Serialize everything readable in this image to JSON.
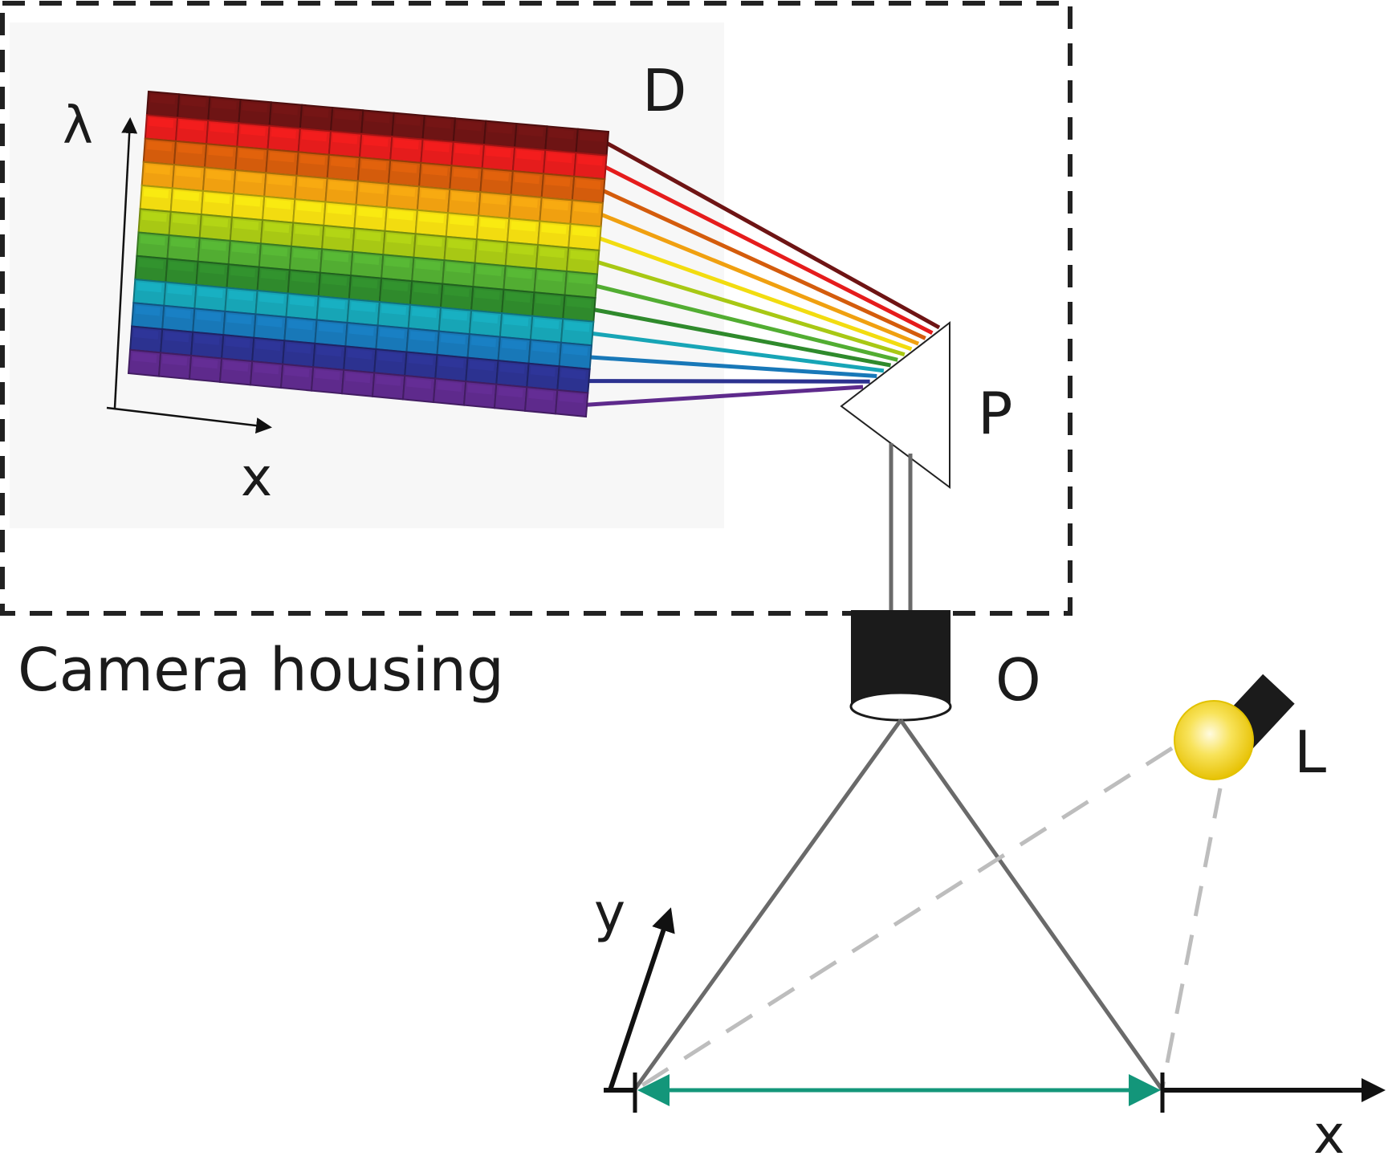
{
  "labels": {
    "detector": "D",
    "prism": "P",
    "objective": "O",
    "light": "L",
    "camera_housing": "Camera housing",
    "lambda_axis": "λ",
    "detector_x_axis": "x",
    "scene_y_axis": "y",
    "scene_x_axis": "x"
  },
  "detector": {
    "columns": 15,
    "band_colors": [
      "#6e1414",
      "#e51c1c",
      "#d45c0c",
      "#f0a010",
      "#f2dc10",
      "#a8c814",
      "#52ad32",
      "#2f8a2c",
      "#17a5b6",
      "#1878b8",
      "#2c3290",
      "#5e2a8c"
    ]
  },
  "colors": {
    "housing_border": "#222222",
    "scan_line": "#13967a",
    "light_bulb": "#f4d31c",
    "light_rays": "#bdbdbd",
    "objective_body": "#1b1b1b",
    "view_lines": "#6a6a6a",
    "axes": "#111111"
  }
}
